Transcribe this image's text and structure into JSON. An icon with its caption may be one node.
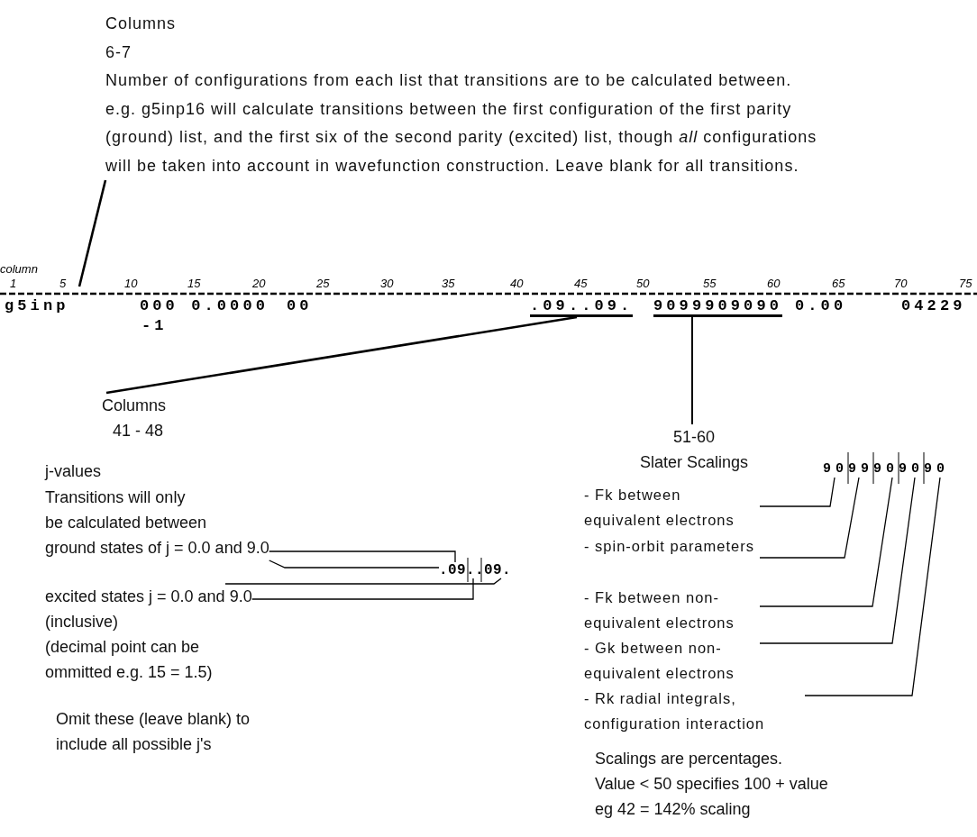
{
  "diagram": {
    "nodes": [
      {
        "text": [
          "Columns",
          "6-7",
          "Number of configurations from each list that transitions are to be calculated between.",
          "e.g. g5inp16 will calculate transitions between the first configuration of the first parity (ground) list, and the first six of the second parity (excited) list, though *all* configurations will be taken into account in wavefunction construction. Leave blank for all transitions."
        ]
      },
      {
        "text": [
          ".09..09."
        ]
      },
      {
        "text": [
          "9099909090"
        ]
      },
      {
        "text": [
          "Columns",
          "41 - 48"
        ]
      },
      {
        "text": [
          "ground states of j = 0.0 and 9.0"
        ]
      },
      {
        "text": [
          "excited states j = 0.0 and 9.0"
        ]
      },
      {
        "text": [
          "51-60",
          "Slater Scalings"
        ]
      },
      {
        "text": [
          "- Fk between equivalent electrons"
        ]
      },
      {
        "text": [
          "- spin-orbit parameters"
        ]
      },
      {
        "text": [
          "- Fk between non-equivalent electrons"
        ]
      },
      {
        "text": [
          "- Gk between non-equivalent electrons"
        ]
      },
      {
        "text": [
          "- Rk radial integrals, configuration interaction"
        ]
      },
      {
        "text": [
          ".09..09."
        ]
      },
      {
        "text": [
          "9099909090"
        ]
      }
    ],
    "edges": [
      {
        "from": 0,
        "to": null,
        "arrow": "none"
      },
      {
        "from": 3,
        "to": 1,
        "arrow": "none"
      },
      {
        "from": 2,
        "to": 6,
        "arrow": "none"
      },
      {
        "from": 4,
        "to": 12,
        "arrow": "none"
      },
      {
        "from": 4,
        "to": 12,
        "arrow": "none"
      },
      {
        "from": 5,
        "to": 12,
        "arrow": "none"
      },
      {
        "from": 5,
        "to": 12,
        "arrow": "none"
      },
      {
        "from": 7,
        "to": 13,
        "arrow": "none"
      },
      {
        "from": 8,
        "to": 13,
        "arrow": "none"
      },
      {
        "from": 9,
        "to": 13,
        "arrow": "none"
      },
      {
        "from": 10,
        "to": 13,
        "arrow": "none"
      },
      {
        "from": 11,
        "to": 13,
        "arrow": "none"
      }
    ],
    "labels": [
      "column",
      "1",
      "5",
      "10",
      "15",
      "20",
      "25",
      "30",
      "35",
      "40",
      "45",
      "50",
      "55",
      "60",
      "65",
      "70",
      "75",
      "g5inp",
      "000 0.0000",
      "00",
      "0.00",
      "04229",
      "-1",
      "j-values",
      "Transitions will only be calculated between",
      "(inclusive)",
      "(decimal point can be ommitted e.g. 15 = 1.5)",
      "Omit these (leave blank) to include all possible j's",
      "Scalings are percentages.",
      "Value < 50 specifies 100 + value",
      "eg 42 = 142% scaling"
    ]
  }
}
